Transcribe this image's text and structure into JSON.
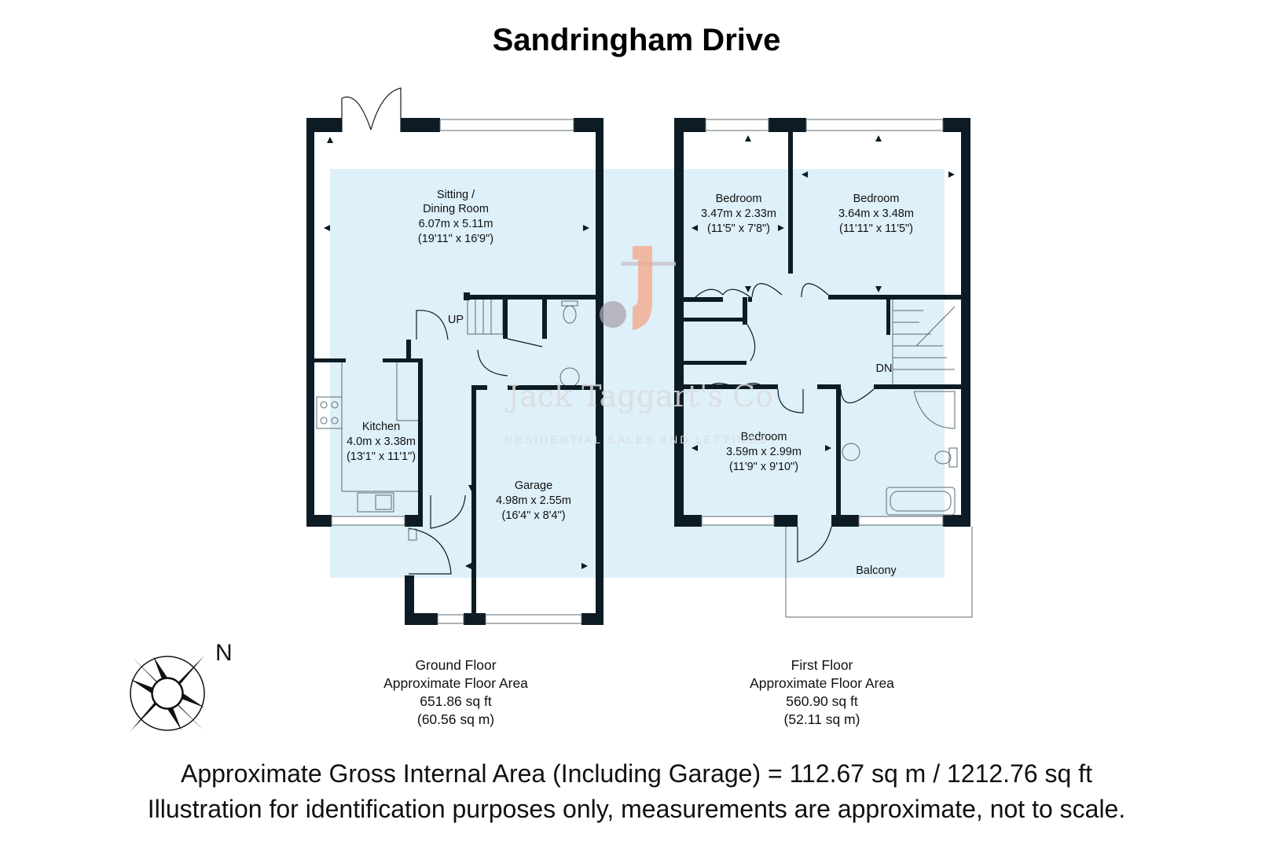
{
  "title": "Sandringham Drive",
  "watermark": {
    "name": "Jack Taggart's Co",
    "tagline": "RESIDENTIAL SALES AND LETTINGS"
  },
  "ground_floor": {
    "rooms": {
      "sitting": {
        "name1": "Sitting /",
        "name2": "Dining Room",
        "metric": "6.07m x 5.11m",
        "imperial": "(19'11\" x 16'9\")"
      },
      "kitchen": {
        "name": "Kitchen",
        "metric": "4.0m x 3.38m",
        "imperial": "(13'1\" x 11'1\")"
      },
      "garage": {
        "name": "Garage",
        "metric": "4.98m x 2.55m",
        "imperial": "(16'4\" x 8'4\")"
      },
      "stairs": "UP"
    },
    "area": {
      "label": "Ground Floor",
      "sub": "Approximate Floor Area",
      "sqft": "651.86 sq ft",
      "sqm": "(60.56 sq m)"
    }
  },
  "first_floor": {
    "rooms": {
      "bedroom1": {
        "name": "Bedroom",
        "metric": "3.47m x 2.33m",
        "imperial": "(11'5\" x 7'8\")"
      },
      "bedroom2": {
        "name": "Bedroom",
        "metric": "3.64m x 3.48m",
        "imperial": "(11'11\" x 11'5\")"
      },
      "bedroom3": {
        "name": "Bedroom",
        "metric": "3.59m x 2.99m",
        "imperial": "(11'9\" x 9'10\")"
      },
      "balcony": "Balcony",
      "stairs": "DN"
    },
    "area": {
      "label": "First Floor",
      "sub": "Approximate Floor Area",
      "sqft": "560.90 sq ft",
      "sqm": "(52.11 sq m)"
    }
  },
  "compass": {
    "north_label": "N",
    "icon": "compass-rose-icon"
  },
  "footer": {
    "line1": "Approximate Gross Internal Area (Including Garage) = 112.67 sq m / 1212.76 sq ft",
    "line2": "Illustration for identification purposes only, measurements are approximate, not to scale."
  },
  "colors": {
    "wall": "#0d1c24",
    "shade": "#d5ecf7",
    "logo_orange": "#f4a585",
    "logo_grey": "#a8a4ad"
  }
}
